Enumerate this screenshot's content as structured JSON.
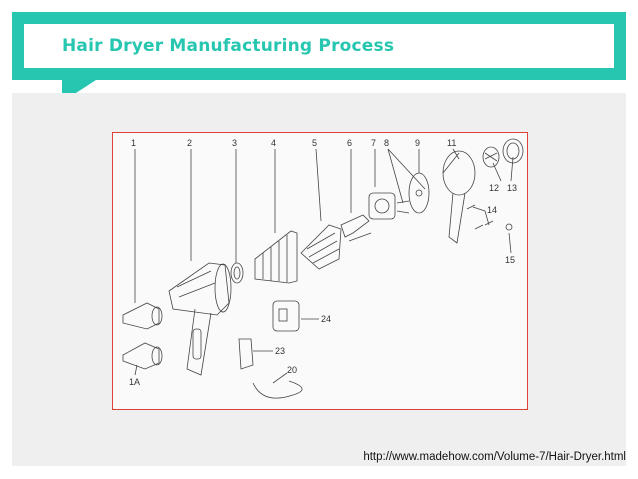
{
  "header": {
    "title": "Hair Dryer Manufacturing Process"
  },
  "diagram": {
    "part_numbers": [
      "1",
      "2",
      "3",
      "4",
      "5",
      "6",
      "7",
      "8",
      "9",
      "11",
      "12",
      "13",
      "14",
      "15",
      "24",
      "23",
      "20",
      "1A"
    ]
  },
  "footer": {
    "source_url": "http://www.madehow.com/Volume-7/Hair-Dryer.html"
  },
  "colors": {
    "accent": "#26c6b0",
    "frame": "#e0403a",
    "content_bg": "#efefef"
  }
}
